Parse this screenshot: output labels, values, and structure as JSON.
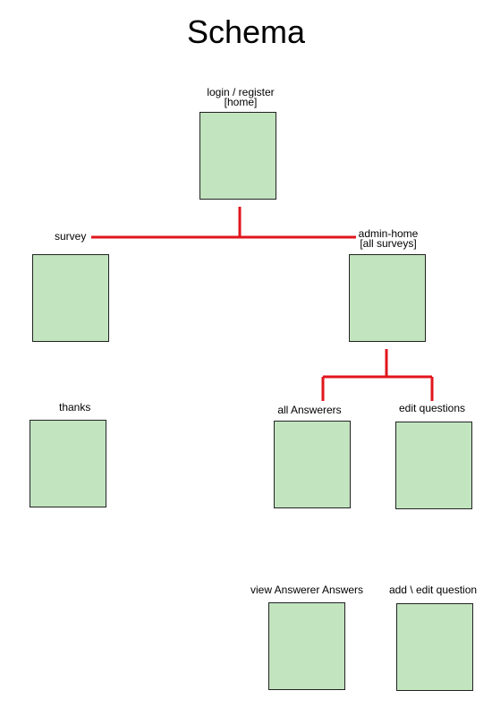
{
  "title": "Schema",
  "nodes": [
    {
      "id": "login",
      "label_line1": "login / register",
      "label_line2": "[home]"
    },
    {
      "id": "survey",
      "label_line1": "survey"
    },
    {
      "id": "admin_home",
      "label_line1": "admin-home",
      "label_line2": "[all surveys]"
    },
    {
      "id": "thanks",
      "label_line1": "thanks"
    },
    {
      "id": "all_answerers",
      "label_line1": "all Answerers"
    },
    {
      "id": "edit_questions",
      "label_line1": "edit questions"
    },
    {
      "id": "view_answers",
      "label_line1": "view Answerer Answers"
    },
    {
      "id": "add_edit_question",
      "label_line1": "add \\ edit question"
    }
  ],
  "edges": [
    {
      "from": "login",
      "to": "survey"
    },
    {
      "from": "login",
      "to": "admin_home"
    },
    {
      "from": "admin_home",
      "to": "all_answerers"
    },
    {
      "from": "admin_home",
      "to": "edit_questions"
    }
  ],
  "colors": {
    "node_fill": "#c2e4bf",
    "node_border": "#222222",
    "connector": "#e0161c"
  }
}
